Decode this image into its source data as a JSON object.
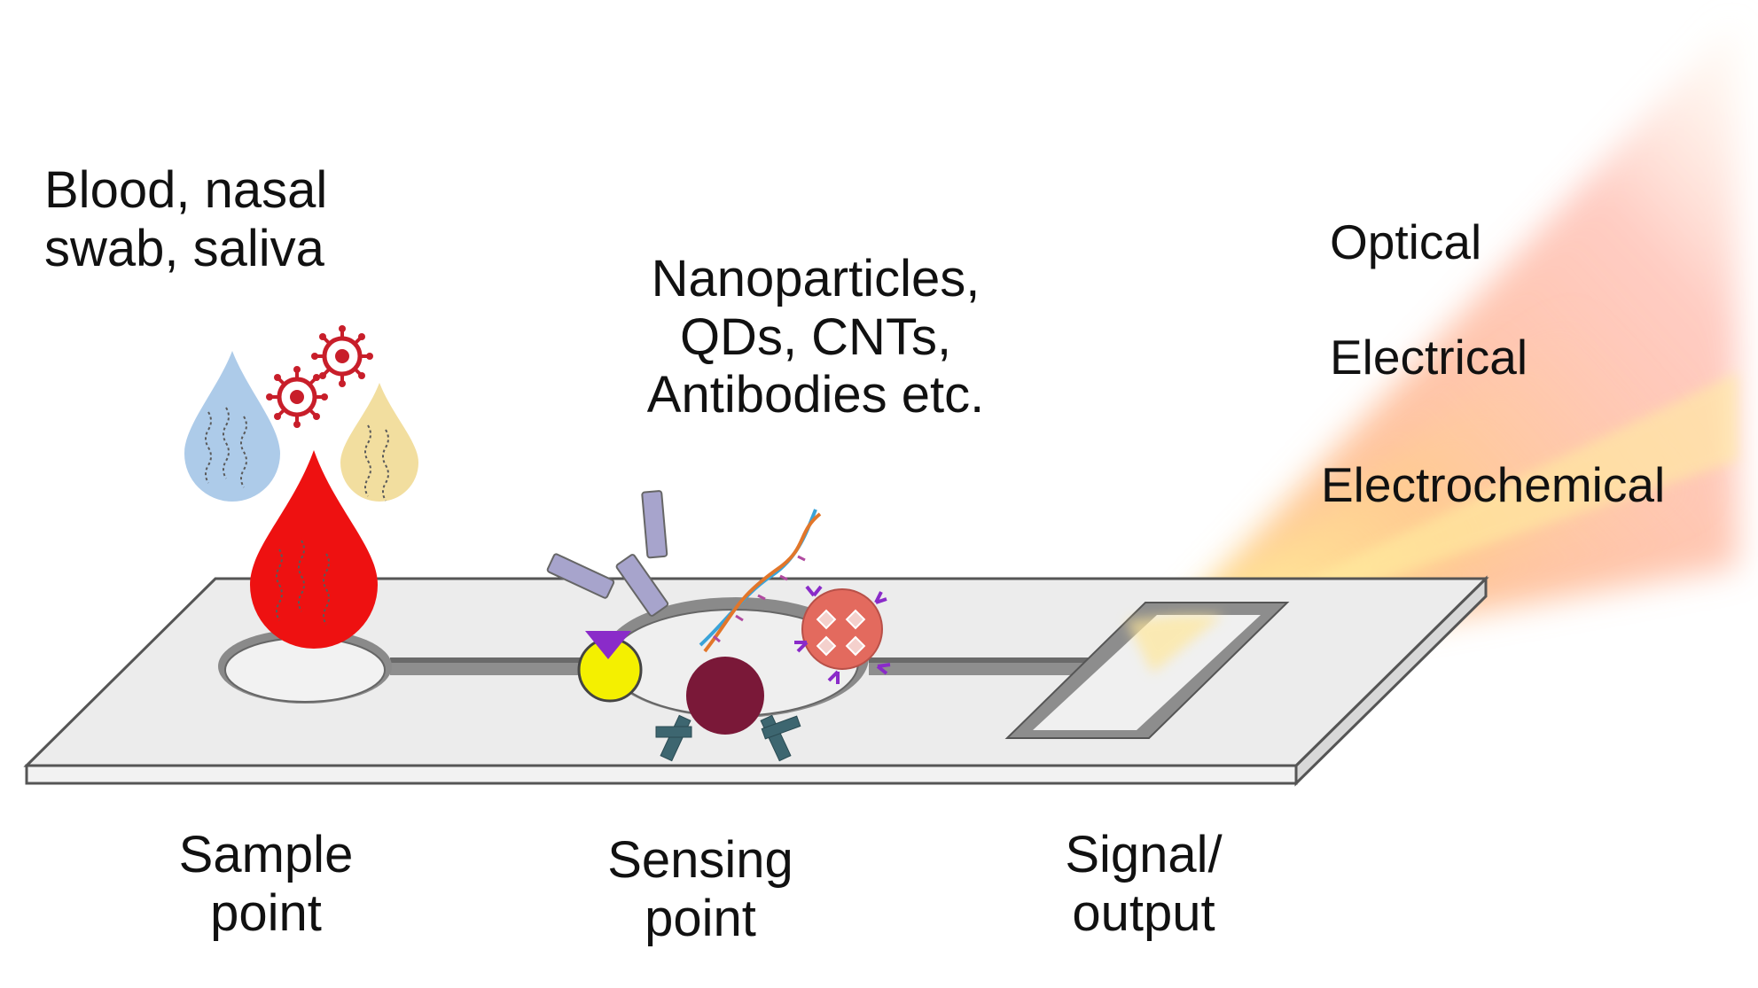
{
  "labels": {
    "sample_source": "Blood, nasal\nswab, saliva",
    "sensing_materials": "Nanoparticles,\nQDs, CNTs,\nAntibodies etc.",
    "signal_optical": "Optical",
    "signal_electrical": "Electrical",
    "signal_electrochemical": "Electrochemical",
    "sample_point": "Sample\npoint",
    "sensing_point": "Sensing\npoint",
    "signal_output": "Signal/\noutput"
  },
  "colors": {
    "strip_top": "#ececec",
    "strip_edge": "#555555",
    "blood": "#ee1111",
    "nasal_drop": "#a9c8e8",
    "saliva_drop": "#f1dc9a",
    "virus": "#c81e2a",
    "antibody_light": "#a7a4cc",
    "antibody_dark": "#3d6670",
    "nanoparticle": "#7a1838",
    "qd_marker": "#8a2bc9",
    "cnt_particle": "#e36a5e",
    "signal_beam": "#ff9a6a"
  }
}
